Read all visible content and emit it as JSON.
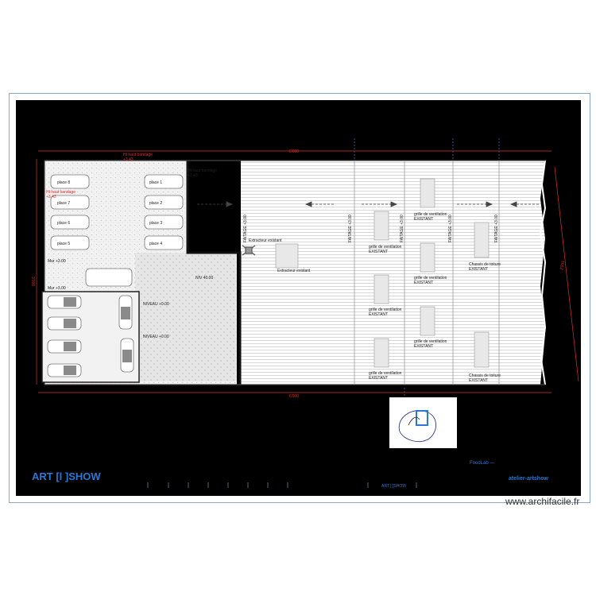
{
  "watermark": "www.archifacile.fr",
  "brand": {
    "logo_text": "ART [l ]SHOW",
    "footer_center": "ART [ ]SHOW",
    "site": "atelier-artshow",
    "project": "FoodLab —"
  },
  "dimensions": {
    "top_total": "6'000",
    "bottom_total": "6'000",
    "left": "3'000",
    "right": "2'931"
  },
  "labels": {
    "ht_bandage_top": "Ht haut bandage\n+3.43",
    "ht_bandage_left": "Ht haut bandage\n+3.43",
    "ht_bandage_right": "Ht haut bandage\n+3.43",
    "mur_left": "Mur +3.00",
    "mur_lower": "Mur +3.00",
    "niv_a": "NIV 40.00",
    "niv_b": "NIVEAU +0.00",
    "niv_c": "NIVEAU +0.00",
    "extracteur_1": "Extracteur existant",
    "extracteur_2": "Extracteur existant",
    "grille_1": "grille de ventilation\nEXISTANT",
    "grille_2": "grille de ventilation\nEXISTANT",
    "grille_3": "grille de ventilation\nEXISTANT",
    "grille_4": "grille de ventilation\nEXISTANT",
    "grille_5": "grille de ventilation\nEXISTANT",
    "grille_6": "grille de ventilation\nEXISTANT",
    "chassis_1": "Chassis de toiture\nEXISTANT",
    "chassis_2": "Chassis de toiture\nEXISTANT",
    "faitage_1": "FAITAGE +3.00",
    "faitage_2": "FAITAGE +3.00",
    "faitage_3": "FAITAGE +3.00",
    "faitage_4": "FAITAGE +3.00",
    "faitage_5": "FAITAGE +3.00"
  },
  "parking_places": [
    "place 8",
    "place 7",
    "place 6",
    "place 5",
    "place 1",
    "place 2",
    "place 3",
    "place 4"
  ],
  "colors": {
    "sheet": "#000000",
    "dimension_red": "#e0302b",
    "brand_blue": "#2a78d6",
    "roof_line": "#c9c9c9"
  }
}
